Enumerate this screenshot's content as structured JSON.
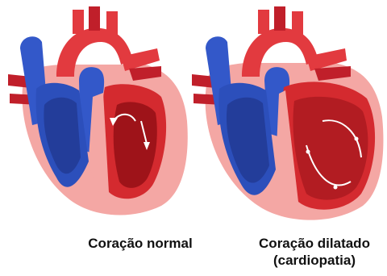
{
  "captions": {
    "normal": "Coração normal",
    "dilated_line1": "Coração dilatado",
    "dilated_line2": "(cardiopatia)"
  },
  "colors": {
    "pericardium": "#f4a7a4",
    "pericardium_inner": "#f7c2bf",
    "artery_red": "#e23a3f",
    "artery_dark": "#c01f2a",
    "vein_blue": "#3358c9",
    "vein_dark": "#233d9a",
    "chamber_red": "#d42a2f",
    "chamber_dark": "#9e1319",
    "arrow_white": "#ffffff"
  }
}
